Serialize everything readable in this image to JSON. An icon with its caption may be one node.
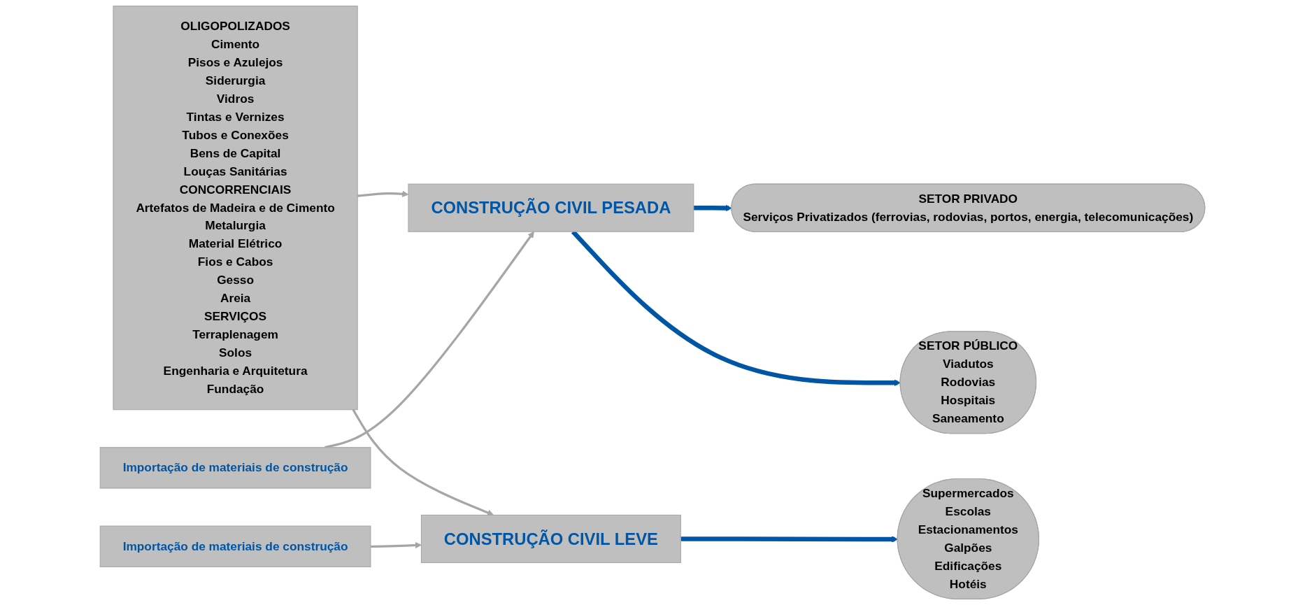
{
  "diagram": {
    "nodes": [
      {
        "text": [
          "OLIGOPOLIZADOS",
          "Cimento",
          "Pisos e Azulejos",
          "Siderurgia",
          "Vidros",
          "Tintas e Vernizes",
          "Tubos e Conexões",
          "Bens de Capital",
          "Louças Sanitárias",
          "CONCORRENCIAIS",
          "Artefatos de Madeira e de Cimento",
          "Metalurgia",
          "Material Elétrico",
          "Fios e Cabos",
          "Gesso",
          "Areia",
          "SERVIÇOS",
          "Terraplenagem",
          "Solos",
          "Engenharia e Arquitetura",
          "Fundação"
        ]
      },
      {
        "text": [
          "Importação de materiais de construção"
        ]
      },
      {
        "text": [
          "CONSTRUÇÃO CIVIL PESADA"
        ]
      },
      {
        "text": [
          "CONSTRUÇÃO CIVIL LEVE"
        ]
      },
      {
        "text": [
          "Importação de materiais de construção"
        ]
      },
      {
        "text": [
          "SETOR PRIVADO",
          "Serviços Privatizados (ferrovias, rodovias, portos, energia, telecomunicações)"
        ]
      },
      {
        "text": [
          "SETOR PÚBLICO",
          "Viadutos",
          "Rodovias",
          "Hospitais",
          "Saneamento"
        ]
      },
      {
        "text": [
          "Supermercados",
          "Escolas",
          "Estacionamentos",
          "Galpões",
          "Edificações",
          "Hotéis"
        ]
      }
    ],
    "edges": [
      {
        "from": 0,
        "to": 2,
        "arrow": "to"
      },
      {
        "from": 0,
        "to": 3,
        "arrow": "to"
      },
      {
        "from": 1,
        "to": 2,
        "arrow": "to"
      },
      {
        "from": 4,
        "to": 3,
        "arrow": "to"
      },
      {
        "from": 2,
        "to": 5,
        "arrow": "to",
        "style": "thick",
        "color": "#0055a5"
      },
      {
        "from": 2,
        "to": 6,
        "arrow": "to",
        "style": "thick",
        "color": "#0055a5"
      },
      {
        "from": 3,
        "to": 7,
        "arrow": "to",
        "style": "thick",
        "color": "#0055a5"
      }
    ]
  }
}
